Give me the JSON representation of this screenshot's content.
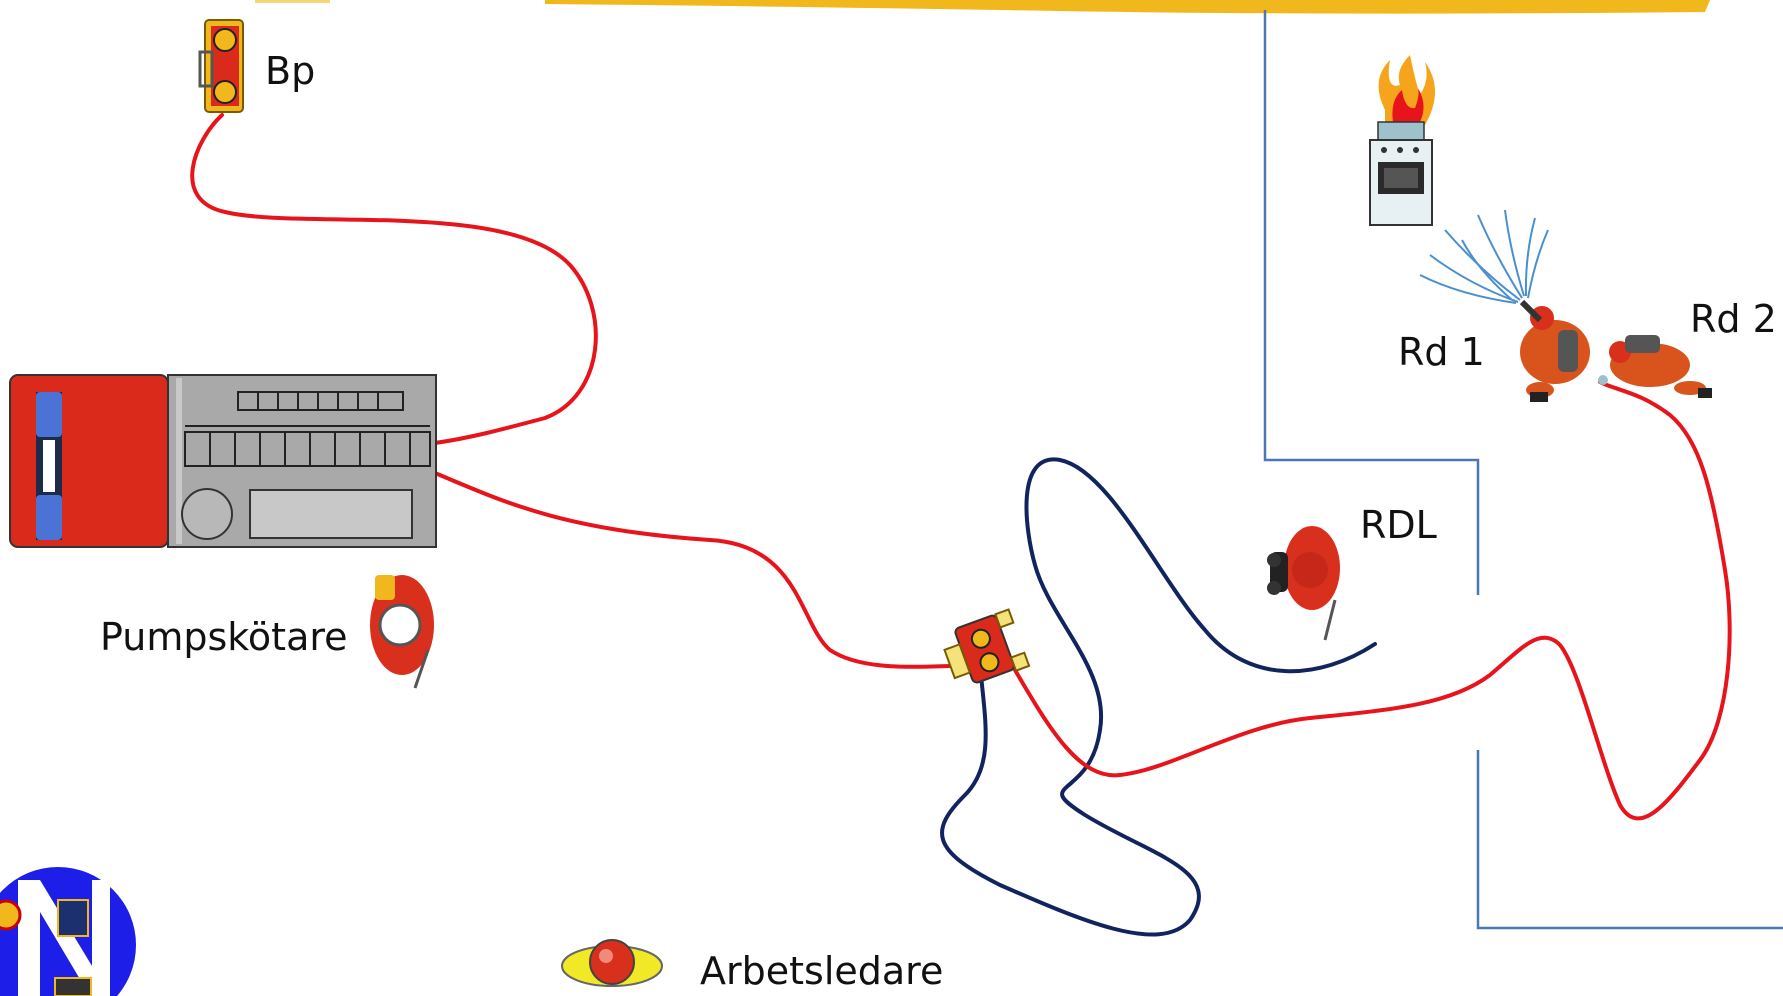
{
  "labels": {
    "bp": "Bp",
    "rd1": "Rd 1",
    "rd2": "Rd 2",
    "rdl": "RDL",
    "pump_operator": "Pumpskötare",
    "work_leader": "Arbetsledare"
  },
  "colors": {
    "supply_hose": "#e8141b",
    "attack_hose": "#12245e",
    "walls": "#4a78b5",
    "top_band": "#f0b81c",
    "truck_cab": "#d92a1c",
    "truck_body": "#a9a9a9",
    "firefighter": "#d8301c",
    "logo_blue": "#1d1ee8"
  },
  "icons": [
    "portable-pump-icon",
    "fire-truck-icon",
    "firefighter-icon",
    "stove-fire-icon",
    "nozzle-spray-icon",
    "helmet-icon",
    "logo-icon"
  ]
}
